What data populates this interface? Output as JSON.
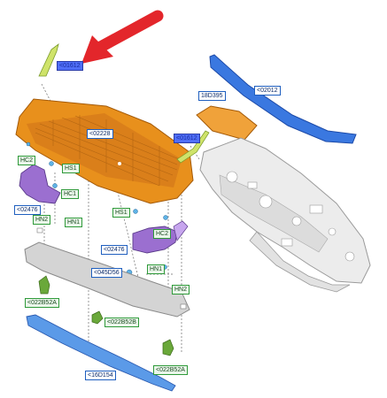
{
  "colors": {
    "arrow": "#e3262b",
    "cowl_panel": "#e8901c",
    "bracket_purple": "#9b6fd0",
    "seal_blue": "#3a78e0",
    "lower_panel_gray": "#cfcfcf",
    "dash_panel": "#e9e9e9",
    "clip_green": "#6aa83a",
    "label_highlight": "#4f6ef7"
  },
  "labels": {
    "top_highlight": "<01612",
    "cowl_main": "<02228",
    "seal_top": "<02012",
    "panel_top": "18D395",
    "mid_highlight": "<01612",
    "hc2_left": "HC2",
    "hs1_left": "HS1",
    "hc1_left": "HC1",
    "bracket_left": "<02476",
    "hn2_left": "HN2",
    "hn1_left": "HN1",
    "hs1_right": "HS1",
    "hc2_right": "HC2",
    "bracket_right": "<02476",
    "fastener": "<045D56",
    "hn1_right": "HN1",
    "clip_left": "<022B52A",
    "clip_mid": "<022B52B",
    "hn2_right": "HN2",
    "clip_right": "<022B52A",
    "seal_bottom": "<16D154"
  }
}
